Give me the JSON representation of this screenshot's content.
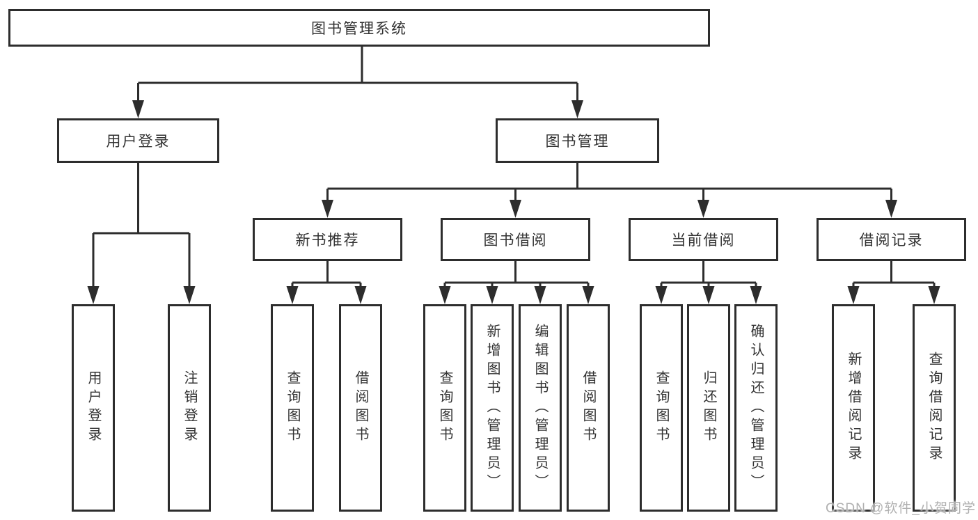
{
  "tree": {
    "label": "图书管理系统",
    "children": [
      {
        "label": "用户登录",
        "children": [
          {
            "label": "用户登录"
          },
          {
            "label": "注销登录"
          }
        ]
      },
      {
        "label": "图书管理",
        "children": [
          {
            "label": "新书推荐",
            "children": [
              {
                "label": "查询图书"
              },
              {
                "label": "借阅图书"
              }
            ]
          },
          {
            "label": "图书借阅",
            "children": [
              {
                "label": "查询图书"
              },
              {
                "label": "新增图书（管理员）"
              },
              {
                "label": "编辑图书（管理员）"
              },
              {
                "label": "借阅图书"
              }
            ]
          },
          {
            "label": "当前借阅",
            "children": [
              {
                "label": "查询图书"
              },
              {
                "label": "归还图书"
              },
              {
                "label": "确认归还（管理员）"
              }
            ]
          },
          {
            "label": "借阅记录",
            "children": [
              {
                "label": "新增借阅记录"
              },
              {
                "label": "查询借阅记录"
              }
            ]
          }
        ]
      }
    ]
  },
  "watermark": "CSDN @软件_小贺同学",
  "colors": {
    "line": "#2d2d2d",
    "text": "#333333",
    "watermark": "#b0b0b0"
  }
}
